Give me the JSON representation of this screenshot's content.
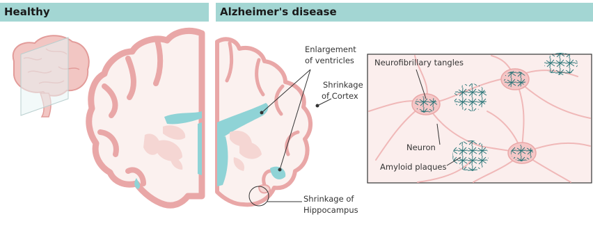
{
  "headers": {
    "healthy": "Healthy",
    "alzheimers": "Alzheimer's disease"
  },
  "labels": {
    "enlargement_line1": "Enlargement",
    "enlargement_line2": "of ventricles",
    "shrinkage_cortex_line1": "Shrinkage",
    "shrinkage_cortex_line2": "of Cortex",
    "shrinkage_hippo_line1": "Shrinkage of",
    "shrinkage_hippo_line2": "Hippocampus",
    "tangles": "Neurofibrillary tangles",
    "neuron": "Neuron",
    "plaques": "Amyloid plaques"
  },
  "colors": {
    "header_bg": "#a3d6d3",
    "cortex_outline": "#e9a7a7",
    "tissue": "#f5d6d3",
    "white_matter": "#fbf1ef",
    "ventricle": "#8fd3d6",
    "tangle": "#1f6f72"
  }
}
